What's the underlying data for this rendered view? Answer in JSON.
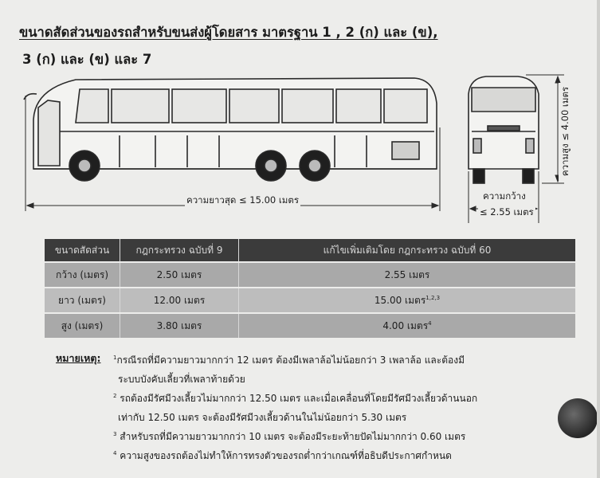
{
  "title_line1": "ขนาดสัดส่วนของรถสำหรับขนส่งผู้โดยสาร มาตรฐาน 1 , 2 (ก) และ (ข),",
  "title_line2": "3 (ก) และ (ข) และ 7",
  "dimensions": {
    "length": "ความยาวสุด ≤ 15.00 เมตร",
    "width_label": "ความกว้าง",
    "width_value": "≤ 2.55 เมตร",
    "height": "ความสูง ≤ 4.00 เมตร"
  },
  "table": {
    "headers": [
      "ขนาดสัดส่วน",
      "กฎกระทรวง ฉบับที่ 9",
      "แก้ไขเพิ่มเติมโดย กฎกระทรวง ฉบับที่ 60"
    ],
    "rows": [
      {
        "label": "กว้าง (เมตร)",
        "old": "2.50 เมตร",
        "new": "2.55 เมตร",
        "sup": ""
      },
      {
        "label": "ยาว (เมตร)",
        "old": "12.00 เมตร",
        "new": "15.00 เมตร",
        "sup": "1,2,3"
      },
      {
        "label": "สูง (เมตร)",
        "old": "3.80 เมตร",
        "new": "4.00 เมตร",
        "sup": "4"
      }
    ]
  },
  "notes": {
    "label": "หมายเหตุ:",
    "n1a": "กรณีรถที่มีความยาวมากกว่า 12 เมตร ต้องมีเพลาล้อไม่น้อยกว่า 3 เพลาล้อ และต้องมี",
    "n1b": "ระบบบังคับเลี้ยวที่เพลาท้ายด้วย",
    "n2a": "รถต้องมีรัศมีวงเลี้ยวไม่มากกว่า 12.50 เมตร และเมื่อเคลื่อนที่โดยมีรัศมีวงเลี้ยวด้านนอก",
    "n2b": "เท่ากับ 12.50 เมตร จะต้องมีรัศมีวงเลี้ยวด้านในไม่น้อยกว่า 5.30 เมตร",
    "n3": "สำหรับรถที่มีความยาวมากกว่า 10 เมตร จะต้องมีระยะท้ายปัดไม่มากกว่า 0.60 เมตร",
    "n4": "ความสูงของรถต้องไม่ทำให้การทรงตัวของรถต่ำกว่าเกณฑ์ที่อธิบดีประกาศกำหนด",
    "sup1": "1",
    "sup2": "2",
    "sup3": "3",
    "sup4": "4"
  }
}
